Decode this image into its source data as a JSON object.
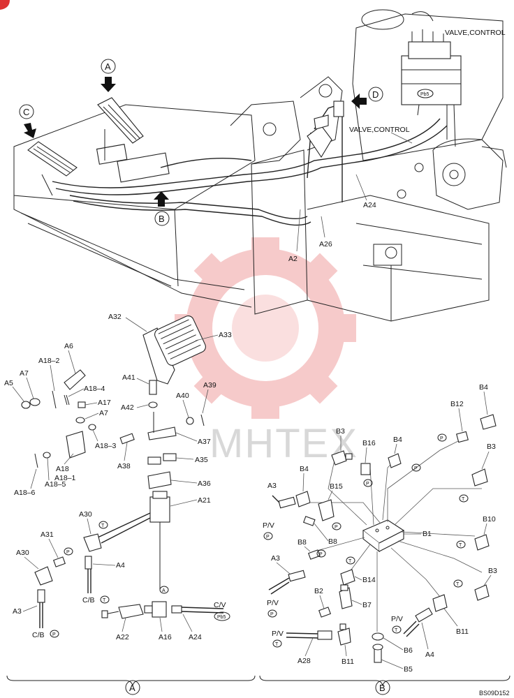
{
  "drawing_code": "BS09D152",
  "watermark": "MHTEX",
  "callouts": {
    "A": "A",
    "B": "B",
    "C": "C",
    "D": "D"
  },
  "labels": {
    "valve_control_top": "VALVE,CONTROL",
    "valve_control_mid": "VALVE,CONTROL",
    "A2": "A2",
    "A24": "A24",
    "A26": "A26",
    "A32": "A32",
    "A33": "A33",
    "A6": "A6",
    "A18_2": "A18–2",
    "A7a": "A7",
    "A5": "A5",
    "A18_4": "A18–4",
    "A17": "A17",
    "A7b": "A7",
    "A18_3": "A18–3",
    "A18": "A18",
    "A18_1": "A18–1",
    "A18_5": "A18–5",
    "A18_6": "A18–6",
    "A41": "A41",
    "A42": "A42",
    "A40": "A40",
    "A39": "A39",
    "A37": "A37",
    "A35": "A35",
    "A38": "A38",
    "A36": "A36",
    "A21": "A21",
    "A30a": "A30",
    "A31": "A31",
    "A30b": "A30",
    "A4a": "A4",
    "A3a": "A3",
    "CB_T": "C/B",
    "CB_P": "C/B",
    "A22": "A22",
    "A16": "A16",
    "A24b": "A24",
    "CV": "C/V",
    "B3a": "B3",
    "B16": "B16",
    "B4a": "B4",
    "B12": "B12",
    "B4b": "B4",
    "B3b": "B3",
    "A3b": "A3",
    "B4c": "B4",
    "B15": "B15",
    "PV1": "P/V",
    "B8a": "B8",
    "B1": "B1",
    "B10": "B10",
    "B8b": "B8",
    "A3c": "A3",
    "B14": "B14",
    "B3c": "B3",
    "PV2": "P/V",
    "B2": "B2",
    "B7": "B7",
    "PV3": "P/V",
    "B11a": "B11",
    "PV4": "P/V",
    "B6": "B6",
    "A4b": "A4",
    "A28": "A28",
    "B11b": "B11",
    "B5": "B5"
  },
  "port_tags": {
    "P": "P",
    "T": "T",
    "A": "A",
    "Pb5": "Pb5"
  },
  "section_labels": {
    "left": "A",
    "right": "B"
  }
}
